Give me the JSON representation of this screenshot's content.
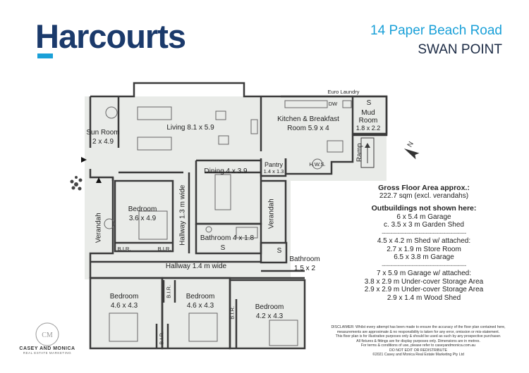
{
  "brand": {
    "name": "Harcourts"
  },
  "address": {
    "line1": "14 Paper Beach Road",
    "line2": "SWAN POINT"
  },
  "rooms": {
    "euro_laundry": "Euro Laundry",
    "mud_room_name": "Mud",
    "mud_room_name2": "Room",
    "mud_room_dim": "1.8 x 2.2",
    "kitchen": "Kitchen & Breakfast",
    "kitchen_dim": "Room 5.9 x 4",
    "sun_room": "Sun Room",
    "sun_room_dim": "2 x 4.9",
    "living": "Living 8.1 x 5.9",
    "pantry": "Pantry",
    "pantry_dim": "1.4 x 1.3",
    "hws": "H.W.S.",
    "ramp": "Ramp",
    "dining": "Dining 4 x 3.9",
    "bedroom1": "Bedroom",
    "bedroom1_dim": "3.6 x 4.9",
    "hallway_vertical": "Hallway 1.3 m wide",
    "verandah_right": "Verandah",
    "verandah_left": "Verandah",
    "bathroom1": "Bathroom 4 x 1.8",
    "bathroom2": "Bathroom",
    "bathroom2_dim": "1.5 x 2",
    "bir": "B.I.R.",
    "hallway_horizontal": "Hallway 1.4 m wide",
    "bedroom2": "Bedroom",
    "bedroom2_dim": "4.6 x 4.3",
    "bedroom3": "Bedroom",
    "bedroom3_dim": "4.6 x 4.3",
    "bedroom4": "Bedroom",
    "bedroom4_dim": "4.2 x 4.3",
    "dw": "DW",
    "s": "S"
  },
  "info": {
    "gross_heading": "Gross Floor Area approx.:",
    "gross_value": "222.7 sqm (excl. verandahs)",
    "outbuildings_heading": "Outbuildings not shown here:",
    "garage1": "6 x 5.4 m Garage",
    "shed1": "c. 3.5 x 3 m Garden Shed",
    "separator": "------------------------------------------------",
    "shed2": "4.5 x 4.2 m Shed w/ attached:",
    "store": "2.7 x 1.9 m Store Room",
    "garage2": "6.5 x 3.8 m Garage",
    "garage3": "7 x 5.9 m Garage w/ attached:",
    "storage1": "3.8 x 2.9 m Under-cover Storage Area",
    "storage2": "2.9 x 2.9 m Under-cover Storage Area",
    "woodshed": "2.9 x 1.4 m Wood Shed"
  },
  "disclaimer": {
    "line1": "DISCLAIMER: Whilst every attempt has been made to ensure the accuracy of the floor plan contained here,",
    "line2": "measurements are approximate & no responsibility is taken for any error, omission or mis-statement.",
    "line3": "This floor plan is for illustrative purposes only & should be used as such by any prospective purchaser.",
    "line4": "All fixtures & fittings are for display purposes only. Dimensions are in metres.",
    "line5": "For terms & conditions of use, please refer to caseyandmonica.com.au",
    "line6": "DO NOT EDIT OR REDISTRIBUTE",
    "line7": "©2021 Casey and Monica Real Estate Marketing Pty Ltd"
  },
  "casey": {
    "name": "CASEY AND MONICA",
    "sub": "REAL ESTATE MARKETING"
  },
  "colors": {
    "brand_navy": "#1b3a6b",
    "brand_blue": "#1aa0d8",
    "floor": "#e9ebe8",
    "wall": "#3a3a3a"
  }
}
